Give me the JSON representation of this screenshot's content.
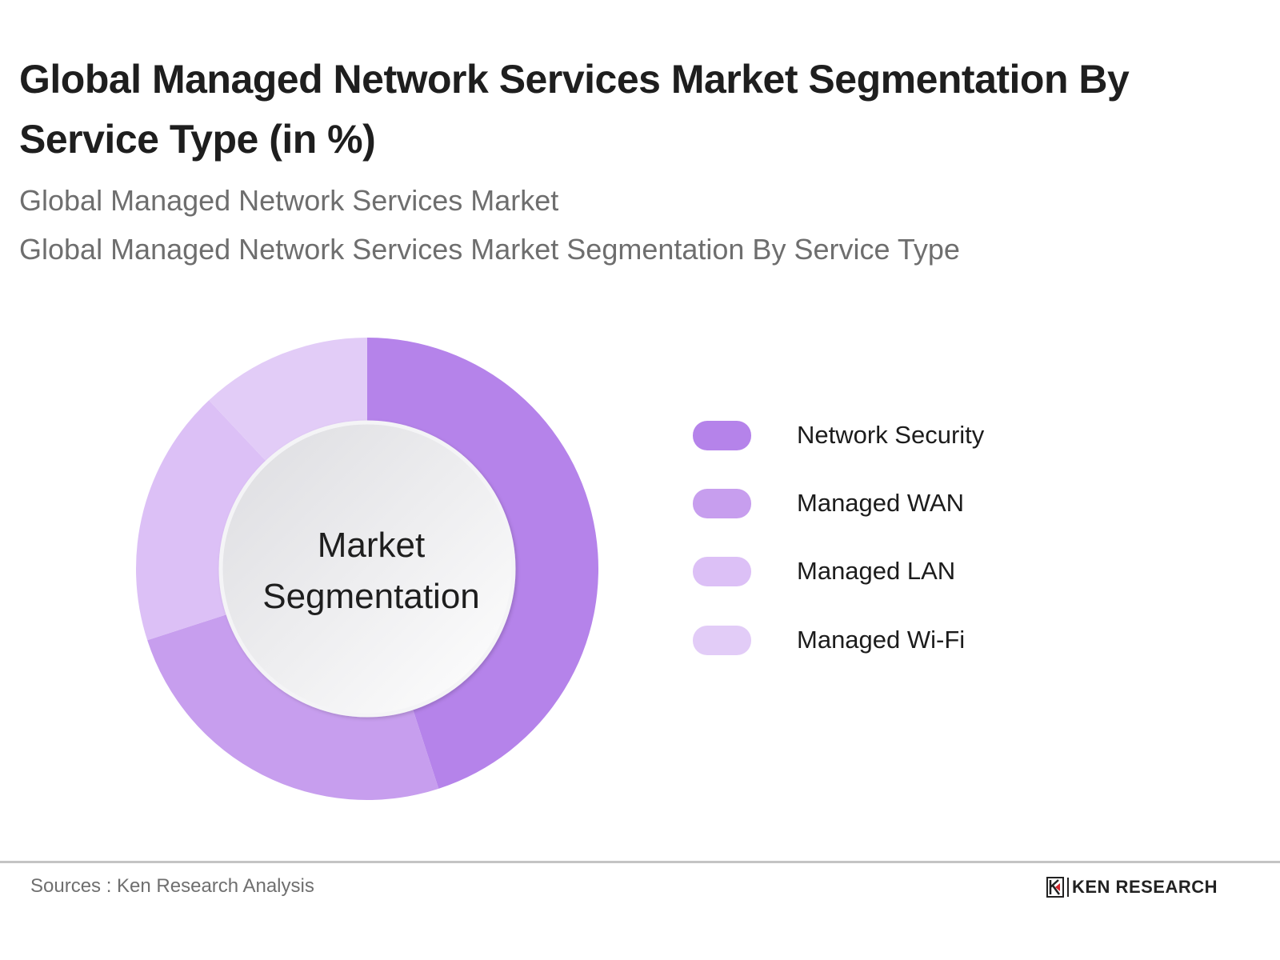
{
  "header": {
    "title": "Global Managed Network Services Market Segmentation By Service Type (in %)",
    "subtitle_1": "Global Managed Network Services Market",
    "subtitle_2": "Global Managed Network Services Market Segmentation By Service Type"
  },
  "chart_data": {
    "type": "pie",
    "subtype": "donut",
    "title": "Global Managed Network Services Market Segmentation By Service Type (in %)",
    "center_label": [
      "Market",
      "Segmentation"
    ],
    "categories": [
      "Network Security",
      "Managed WAN",
      "Managed LAN",
      "Managed Wi-Fi"
    ],
    "values": [
      45,
      25,
      18,
      12
    ],
    "unit": "%",
    "colors": [
      "#B583EA",
      "#C79EEE",
      "#DCC0F6",
      "#E2CCF7"
    ],
    "start_angle_deg": 0,
    "direction": "clockwise",
    "legend_position": "right",
    "data_labels_shown": false
  },
  "legend": {
    "items": [
      {
        "label": "Network Security",
        "color": "#B583EA"
      },
      {
        "label": "Managed WAN",
        "color": "#C79EEE"
      },
      {
        "label": "Managed LAN",
        "color": "#DCC0F6"
      },
      {
        "label": "Managed Wi-Fi",
        "color": "#E2CCF7"
      }
    ]
  },
  "footer": {
    "source": "Sources : Ken Research Analysis",
    "brand": "KEN RESEARCH"
  }
}
